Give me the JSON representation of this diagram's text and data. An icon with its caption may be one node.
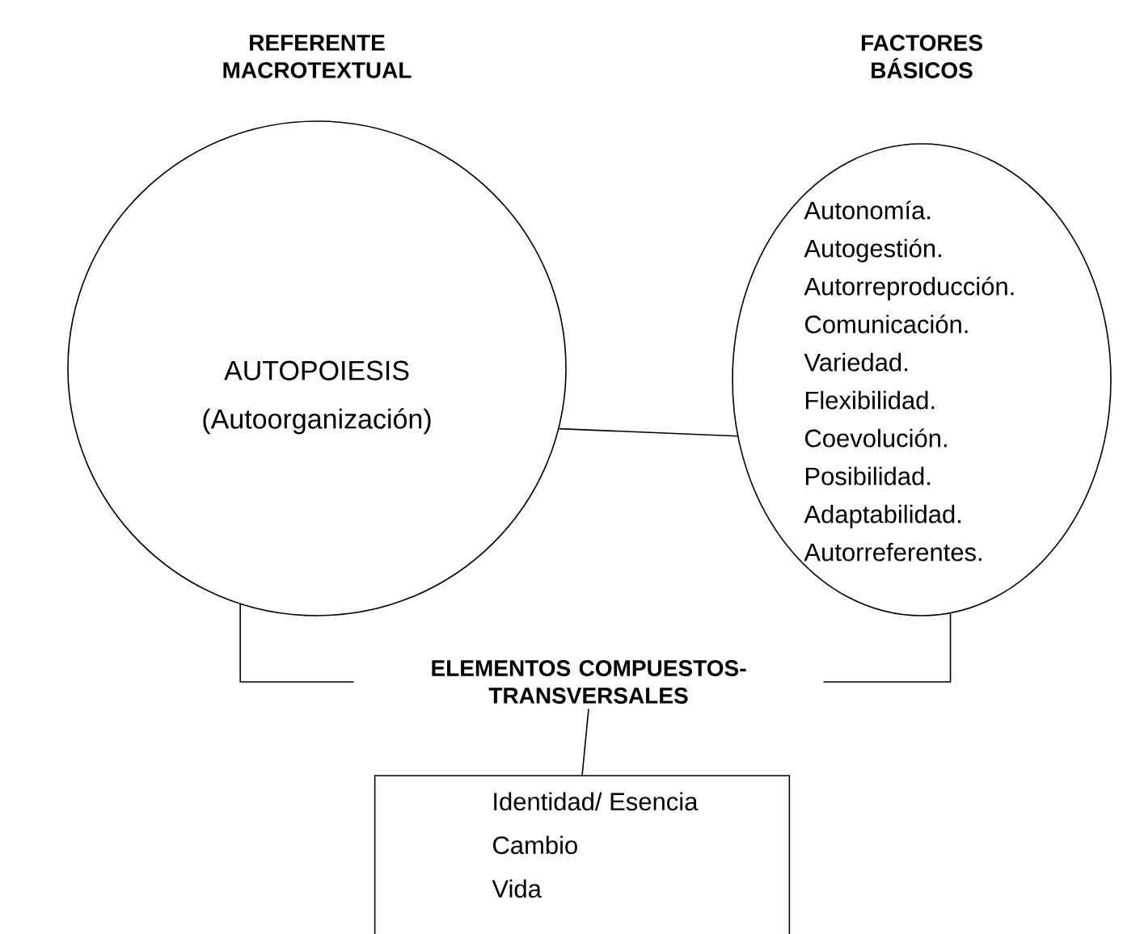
{
  "diagram": {
    "nodes": [
      {
        "text": [
          "REFERENTE MACROTEXTUAL",
          "AUTOPOIESIS (Autoorganización)"
        ]
      },
      {
        "text": [
          "FACTORES BÁSICOS",
          "Autonomía.",
          "Autogestión.",
          "Autorreproducción.",
          "Comunicación.",
          "Variedad.",
          "Flexibilidad.",
          "Coevolución.",
          "Posibilidad.",
          "Adaptabilidad.",
          "Autorreferentes."
        ]
      },
      {
        "text": [
          "ELEMENTOS COMPUESTOS-TRANSVERSALES"
        ]
      },
      {
        "text": [
          "Identidad/ Esencia",
          "Cambio",
          "Vida"
        ]
      }
    ],
    "edges": [
      {
        "from": 0,
        "to": 1,
        "arrow": "none"
      },
      {
        "from": 0,
        "to": 2,
        "arrow": "none"
      },
      {
        "from": 1,
        "to": 2,
        "arrow": "none"
      },
      {
        "from": 2,
        "to": 3,
        "arrow": "none"
      }
    ]
  }
}
